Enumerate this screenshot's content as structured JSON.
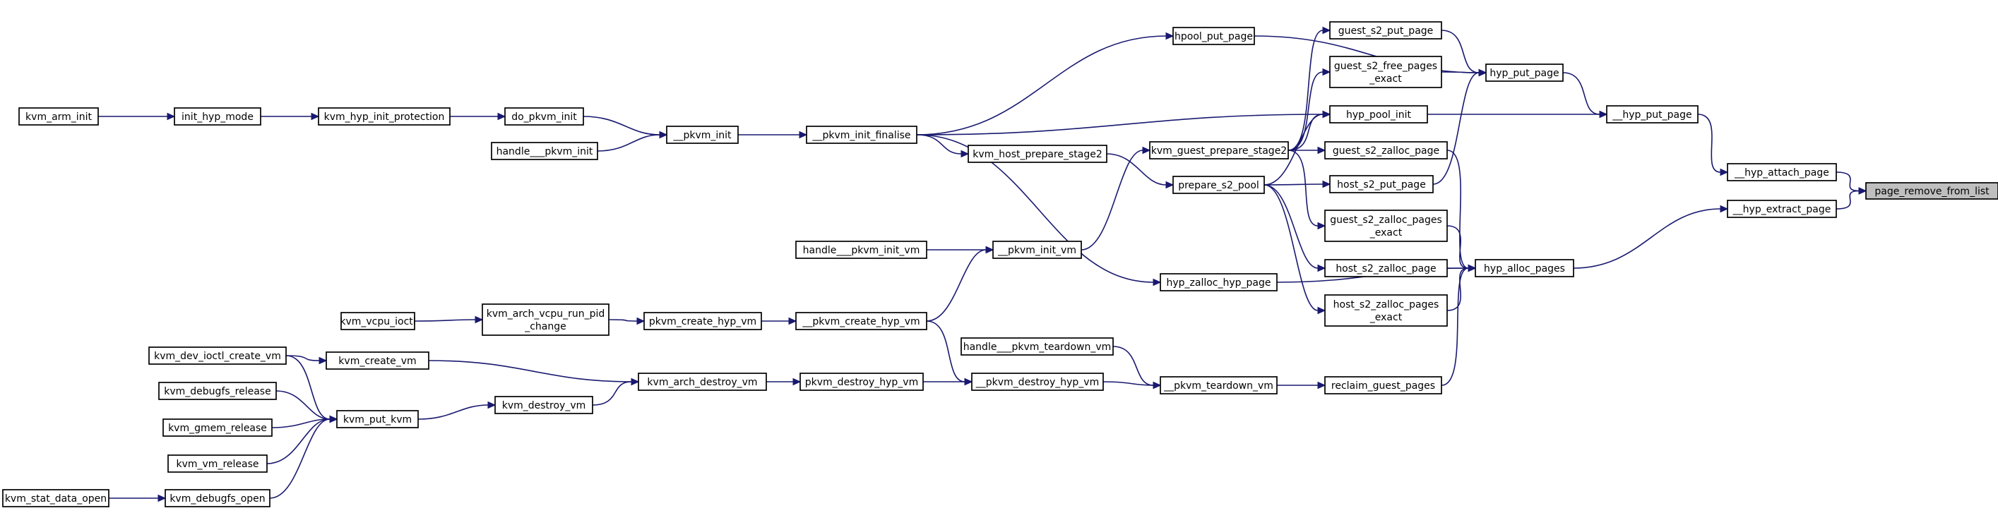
{
  "colors": {
    "edge": "#191970",
    "root_fill": "#bfbfbf",
    "node_fill": "#ffffff",
    "node_border": "#000000"
  },
  "nodes": [
    {
      "id": "page_remove_from_list",
      "label": [
        "page_remove_from_list"
      ],
      "root": true
    },
    {
      "id": "hyp_attach_page",
      "label": [
        "__hyp_attach_page"
      ]
    },
    {
      "id": "hyp_extract_page",
      "label": [
        "__hyp_extract_page"
      ]
    },
    {
      "id": "hyp_put_page_u",
      "label": [
        "__hyp_put_page"
      ]
    },
    {
      "id": "hyp_alloc_pages",
      "label": [
        "hyp_alloc_pages"
      ]
    },
    {
      "id": "hyp_put_page",
      "label": [
        "hyp_put_page"
      ]
    },
    {
      "id": "hyp_pool_init",
      "label": [
        "hyp_pool_init"
      ]
    },
    {
      "id": "guest_s2_put_page",
      "label": [
        "guest_s2_put_page"
      ]
    },
    {
      "id": "guest_s2_free_pages_exact",
      "label": [
        "guest_s2_free_pages",
        "_exact"
      ]
    },
    {
      "id": "guest_s2_zalloc_page",
      "label": [
        "guest_s2_zalloc_page"
      ]
    },
    {
      "id": "host_s2_put_page",
      "label": [
        "host_s2_put_page"
      ]
    },
    {
      "id": "guest_s2_zalloc_pages_exact",
      "label": [
        "guest_s2_zalloc_pages",
        "_exact"
      ]
    },
    {
      "id": "host_s2_zalloc_page",
      "label": [
        "host_s2_zalloc_page"
      ]
    },
    {
      "id": "host_s2_zalloc_pages_exact",
      "label": [
        "host_s2_zalloc_pages",
        "_exact"
      ]
    },
    {
      "id": "reclaim_guest_pages",
      "label": [
        "reclaim_guest_pages"
      ]
    },
    {
      "id": "hpool_put_page",
      "label": [
        "hpool_put_page"
      ]
    },
    {
      "id": "kvm_guest_prepare_stage2",
      "label": [
        "kvm_guest_prepare_stage2"
      ]
    },
    {
      "id": "prepare_s2_pool",
      "label": [
        "prepare_s2_pool"
      ]
    },
    {
      "id": "hyp_zalloc_hyp_page",
      "label": [
        "hyp_zalloc_hyp_page"
      ]
    },
    {
      "id": "pkvm_teardown_vm",
      "label": [
        "__pkvm_teardown_vm"
      ]
    },
    {
      "id": "handle_pkvm_teardown_vm",
      "label": [
        "handle___pkvm_teardown_vm"
      ]
    },
    {
      "id": "pkvm_destroy_hyp_vm_u",
      "label": [
        "__pkvm_destroy_hyp_vm"
      ]
    },
    {
      "id": "pkvm_init_vm",
      "label": [
        "__pkvm_init_vm"
      ]
    },
    {
      "id": "kvm_host_prepare_stage2",
      "label": [
        "kvm_host_prepare_stage2"
      ]
    },
    {
      "id": "pkvm_init_finalise",
      "label": [
        "__pkvm_init_finalise"
      ]
    },
    {
      "id": "handle_pkvm_init_vm",
      "label": [
        "handle___pkvm_init_vm"
      ]
    },
    {
      "id": "pkvm_create_hyp_vm_u",
      "label": [
        "__pkvm_create_hyp_vm"
      ]
    },
    {
      "id": "pkvm_destroy_hyp_vm",
      "label": [
        "pkvm_destroy_hyp_vm"
      ]
    },
    {
      "id": "pkvm_init",
      "label": [
        "__pkvm_init"
      ]
    },
    {
      "id": "pkvm_create_hyp_vm",
      "label": [
        "pkvm_create_hyp_vm"
      ]
    },
    {
      "id": "kvm_arch_destroy_vm",
      "label": [
        "kvm_arch_destroy_vm"
      ]
    },
    {
      "id": "do_pkvm_init",
      "label": [
        "do_pkvm_init"
      ]
    },
    {
      "id": "handle_pkvm_init",
      "label": [
        "handle___pkvm_init"
      ]
    },
    {
      "id": "kvm_arch_vcpu_run_pid_change",
      "label": [
        "kvm_arch_vcpu_run_pid",
        "_change"
      ]
    },
    {
      "id": "kvm_create_vm",
      "label": [
        "kvm_create_vm"
      ]
    },
    {
      "id": "kvm_destroy_vm",
      "label": [
        "kvm_destroy_vm"
      ]
    },
    {
      "id": "kvm_hyp_init_protection",
      "label": [
        "kvm_hyp_init_protection"
      ]
    },
    {
      "id": "kvm_vcpu_ioctl",
      "label": [
        "kvm_vcpu_ioctl"
      ]
    },
    {
      "id": "kvm_put_kvm",
      "label": [
        "kvm_put_kvm"
      ]
    },
    {
      "id": "init_hyp_mode",
      "label": [
        "init_hyp_mode"
      ]
    },
    {
      "id": "kvm_dev_ioctl_create_vm",
      "label": [
        "kvm_dev_ioctl_create_vm"
      ]
    },
    {
      "id": "kvm_debugfs_release",
      "label": [
        "kvm_debugfs_release"
      ]
    },
    {
      "id": "kvm_gmem_release",
      "label": [
        "kvm_gmem_release"
      ]
    },
    {
      "id": "kvm_vm_release",
      "label": [
        "kvm_vm_release"
      ]
    },
    {
      "id": "kvm_debugfs_open",
      "label": [
        "kvm_debugfs_open"
      ]
    },
    {
      "id": "kvm_arm_init",
      "label": [
        "kvm_arm_init"
      ]
    },
    {
      "id": "kvm_stat_data_open",
      "label": [
        "kvm_stat_data_open"
      ]
    }
  ],
  "edges": [
    {
      "from": "hyp_attach_page",
      "to": "page_remove_from_list"
    },
    {
      "from": "hyp_extract_page",
      "to": "page_remove_from_list"
    },
    {
      "from": "hyp_put_page_u",
      "to": "hyp_attach_page"
    },
    {
      "from": "hyp_alloc_pages",
      "to": "hyp_extract_page"
    },
    {
      "from": "hyp_put_page",
      "to": "hyp_put_page_u"
    },
    {
      "from": "hyp_pool_init",
      "to": "hyp_put_page_u"
    },
    {
      "from": "hpool_put_page",
      "to": "hyp_put_page"
    },
    {
      "from": "guest_s2_put_page",
      "to": "hyp_put_page"
    },
    {
      "from": "guest_s2_free_pages_exact",
      "to": "hyp_put_page"
    },
    {
      "from": "host_s2_put_page",
      "to": "hyp_put_page"
    },
    {
      "from": "guest_s2_zalloc_page",
      "to": "hyp_alloc_pages"
    },
    {
      "from": "guest_s2_zalloc_pages_exact",
      "to": "hyp_alloc_pages"
    },
    {
      "from": "host_s2_zalloc_page",
      "to": "hyp_alloc_pages"
    },
    {
      "from": "host_s2_zalloc_pages_exact",
      "to": "hyp_alloc_pages"
    },
    {
      "from": "hyp_zalloc_hyp_page",
      "to": "hyp_alloc_pages"
    },
    {
      "from": "reclaim_guest_pages",
      "to": "hyp_alloc_pages"
    },
    {
      "from": "pkvm_init_finalise",
      "to": "hpool_put_page"
    },
    {
      "from": "kvm_guest_prepare_stage2",
      "to": "guest_s2_put_page"
    },
    {
      "from": "kvm_guest_prepare_stage2",
      "to": "guest_s2_free_pages_exact"
    },
    {
      "from": "kvm_guest_prepare_stage2",
      "to": "hyp_pool_init"
    },
    {
      "from": "prepare_s2_pool",
      "to": "hyp_pool_init"
    },
    {
      "from": "pkvm_init_finalise",
      "to": "hyp_pool_init"
    },
    {
      "from": "kvm_guest_prepare_stage2",
      "to": "guest_s2_zalloc_page"
    },
    {
      "from": "prepare_s2_pool",
      "to": "host_s2_put_page"
    },
    {
      "from": "kvm_guest_prepare_stage2",
      "to": "guest_s2_zalloc_pages_exact"
    },
    {
      "from": "prepare_s2_pool",
      "to": "host_s2_zalloc_page"
    },
    {
      "from": "prepare_s2_pool",
      "to": "host_s2_zalloc_pages_exact"
    },
    {
      "from": "pkvm_teardown_vm",
      "to": "reclaim_guest_pages"
    },
    {
      "from": "pkvm_init_vm",
      "to": "kvm_guest_prepare_stage2"
    },
    {
      "from": "kvm_host_prepare_stage2",
      "to": "prepare_s2_pool"
    },
    {
      "from": "pkvm_init_finalise",
      "to": "hyp_zalloc_hyp_page"
    },
    {
      "from": "handle_pkvm_teardown_vm",
      "to": "pkvm_teardown_vm"
    },
    {
      "from": "pkvm_destroy_hyp_vm_u",
      "to": "pkvm_teardown_vm"
    },
    {
      "from": "handle_pkvm_init_vm",
      "to": "pkvm_init_vm"
    },
    {
      "from": "pkvm_create_hyp_vm_u",
      "to": "pkvm_init_vm"
    },
    {
      "from": "pkvm_init_finalise",
      "to": "kvm_host_prepare_stage2"
    },
    {
      "from": "pkvm_create_hyp_vm_u",
      "to": "pkvm_destroy_hyp_vm_u"
    },
    {
      "from": "pkvm_destroy_hyp_vm",
      "to": "pkvm_destroy_hyp_vm_u"
    },
    {
      "from": "pkvm_init",
      "to": "pkvm_init_finalise"
    },
    {
      "from": "pkvm_create_hyp_vm",
      "to": "pkvm_create_hyp_vm_u"
    },
    {
      "from": "kvm_arch_destroy_vm",
      "to": "pkvm_destroy_hyp_vm"
    },
    {
      "from": "do_pkvm_init",
      "to": "pkvm_init"
    },
    {
      "from": "handle_pkvm_init",
      "to": "pkvm_init"
    },
    {
      "from": "kvm_arch_vcpu_run_pid_change",
      "to": "pkvm_create_hyp_vm"
    },
    {
      "from": "kvm_create_vm",
      "to": "kvm_arch_destroy_vm"
    },
    {
      "from": "kvm_destroy_vm",
      "to": "kvm_arch_destroy_vm"
    },
    {
      "from": "kvm_hyp_init_protection",
      "to": "do_pkvm_init"
    },
    {
      "from": "kvm_vcpu_ioctl",
      "to": "kvm_arch_vcpu_run_pid_change"
    },
    {
      "from": "kvm_dev_ioctl_create_vm",
      "to": "kvm_create_vm"
    },
    {
      "from": "kvm_put_kvm",
      "to": "kvm_destroy_vm"
    },
    {
      "from": "init_hyp_mode",
      "to": "kvm_hyp_init_protection"
    },
    {
      "from": "kvm_dev_ioctl_create_vm",
      "to": "kvm_put_kvm"
    },
    {
      "from": "kvm_debugfs_release",
      "to": "kvm_put_kvm"
    },
    {
      "from": "kvm_gmem_release",
      "to": "kvm_put_kvm"
    },
    {
      "from": "kvm_vm_release",
      "to": "kvm_put_kvm"
    },
    {
      "from": "kvm_debugfs_open",
      "to": "kvm_put_kvm"
    },
    {
      "from": "kvm_arm_init",
      "to": "init_hyp_mode"
    },
    {
      "from": "kvm_stat_data_open",
      "to": "kvm_debugfs_open"
    }
  ]
}
